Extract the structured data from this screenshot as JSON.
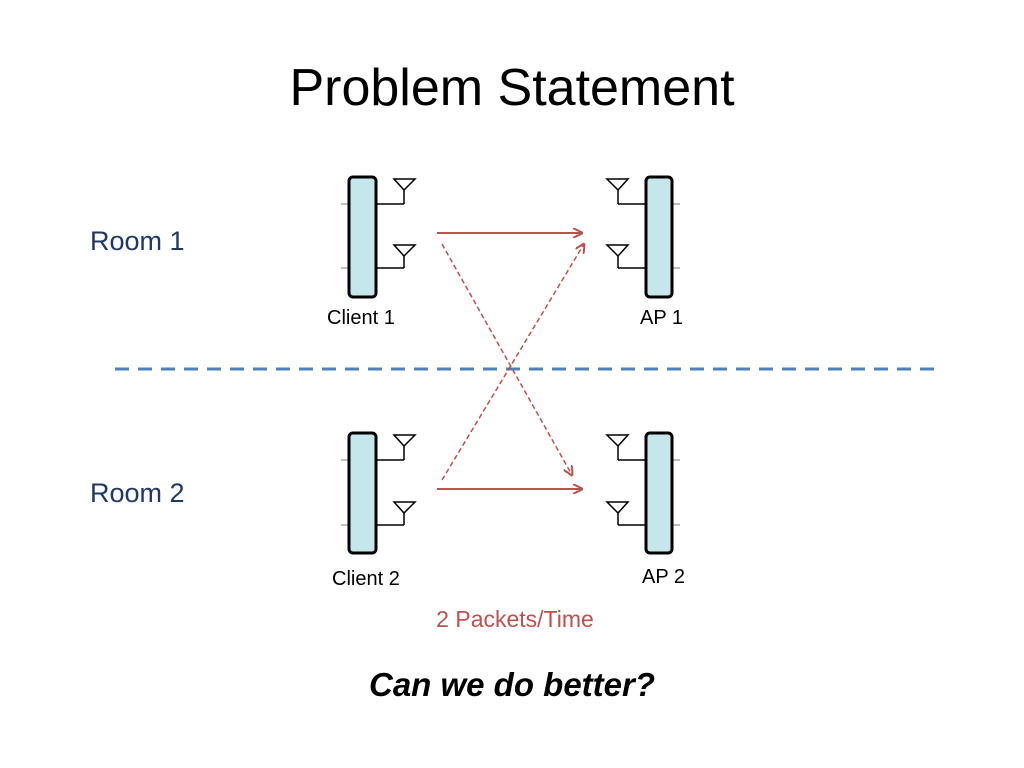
{
  "slide": {
    "title": "Problem Statement",
    "question": "Can we do better?"
  },
  "rooms": [
    {
      "label": "Room 1"
    },
    {
      "label": "Room 2"
    }
  ],
  "devices": {
    "client1": "Client 1",
    "ap1": "AP 1",
    "client2": "Client 2",
    "ap2": "AP 2"
  },
  "throughput_label": "2 Packets/Time",
  "colors": {
    "arrow": "#c0504d",
    "room_divider": "#4f81bd",
    "device_fill": "#c5e6ea",
    "room_label": "#1f3864"
  }
}
